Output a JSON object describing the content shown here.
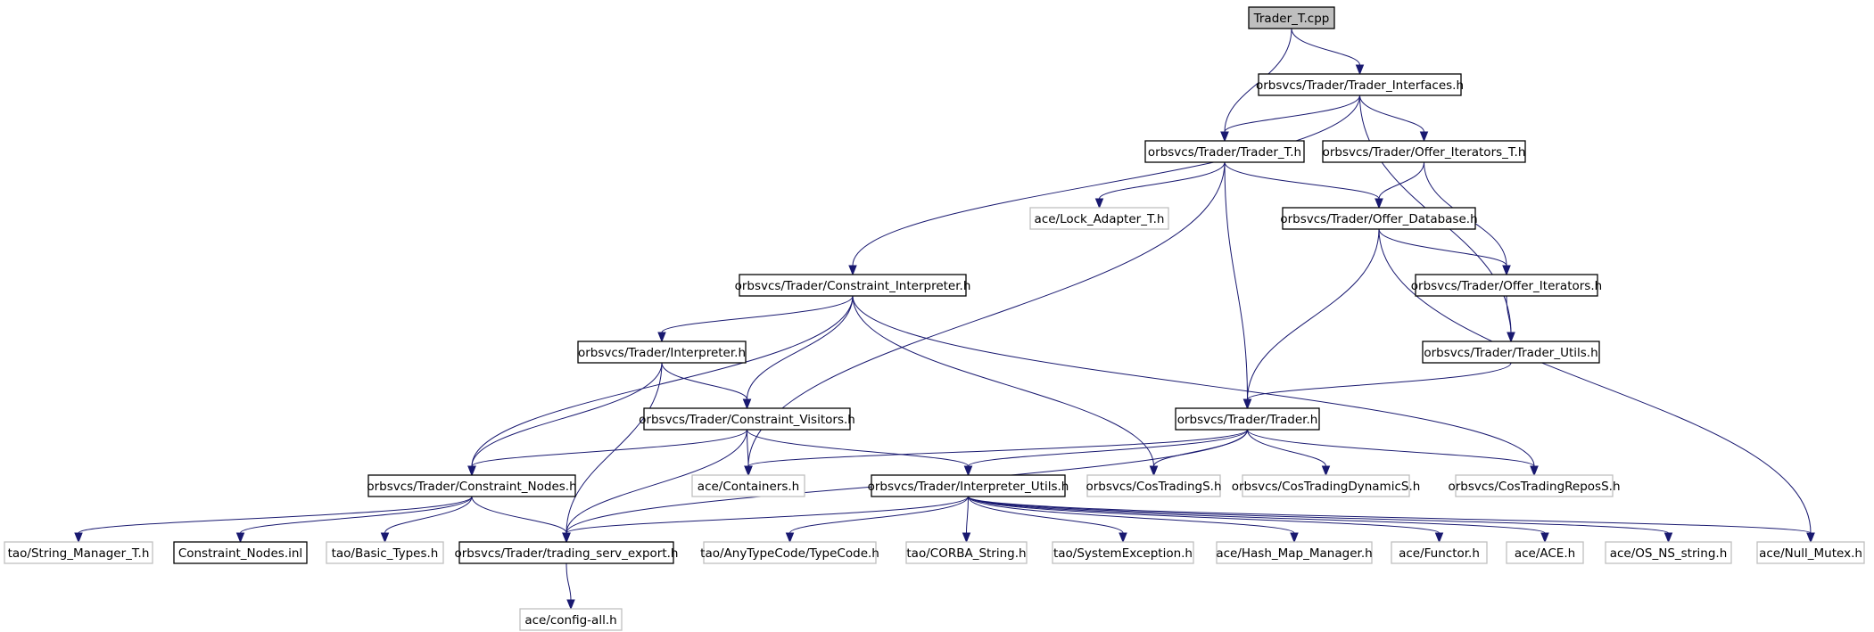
{
  "colors": {
    "root_fill": "#bfbfbf",
    "documented_border": "#000000",
    "undocumented_border": "#bfbfbf",
    "edge": "#191970",
    "node_fill": "#ffffff"
  },
  "nodes": [
    {
      "id": "trader_t_cpp",
      "label": "Trader_T.cpp",
      "kind": "root"
    },
    {
      "id": "trader_interfaces_h",
      "label": "orbsvcs/Trader/Trader_Interfaces.h",
      "kind": "documented"
    },
    {
      "id": "trader_t_h",
      "label": "orbsvcs/Trader/Trader_T.h",
      "kind": "documented"
    },
    {
      "id": "offer_iterators_t_h",
      "label": "orbsvcs/Trader/Offer_Iterators_T.h",
      "kind": "documented"
    },
    {
      "id": "lock_adapter_t_h",
      "label": "ace/Lock_Adapter_T.h",
      "kind": "undocumented"
    },
    {
      "id": "offer_database_h",
      "label": "orbsvcs/Trader/Offer_Database.h",
      "kind": "documented"
    },
    {
      "id": "constraint_interpreter_h",
      "label": "orbsvcs/Trader/Constraint_Interpreter.h",
      "kind": "documented"
    },
    {
      "id": "offer_iterators_h",
      "label": "orbsvcs/Trader/Offer_Iterators.h",
      "kind": "documented"
    },
    {
      "id": "interpreter_h",
      "label": "orbsvcs/Trader/Interpreter.h",
      "kind": "documented"
    },
    {
      "id": "trader_utils_h",
      "label": "orbsvcs/Trader/Trader_Utils.h",
      "kind": "documented"
    },
    {
      "id": "constraint_visitors_h",
      "label": "orbsvcs/Trader/Constraint_Visitors.h",
      "kind": "documented"
    },
    {
      "id": "trader_h",
      "label": "orbsvcs/Trader/Trader.h",
      "kind": "documented"
    },
    {
      "id": "constraint_nodes_h",
      "label": "orbsvcs/Trader/Constraint_Nodes.h",
      "kind": "documented"
    },
    {
      "id": "containers_h",
      "label": "ace/Containers.h",
      "kind": "undocumented"
    },
    {
      "id": "interpreter_utils_h",
      "label": "orbsvcs/Trader/Interpreter_Utils.h",
      "kind": "documented"
    },
    {
      "id": "costradings_h",
      "label": "orbsvcs/CosTradingS.h",
      "kind": "undocumented"
    },
    {
      "id": "costradingdynamics_h",
      "label": "orbsvcs/CosTradingDynamicS.h",
      "kind": "undocumented"
    },
    {
      "id": "costradingreposs_h",
      "label": "orbsvcs/CosTradingReposS.h",
      "kind": "undocumented"
    },
    {
      "id": "string_manager_t_h",
      "label": "tao/String_Manager_T.h",
      "kind": "undocumented"
    },
    {
      "id": "constraint_nodes_inl",
      "label": "Constraint_Nodes.inl",
      "kind": "documented"
    },
    {
      "id": "basic_types_h",
      "label": "tao/Basic_Types.h",
      "kind": "undocumented"
    },
    {
      "id": "trading_serv_export_h",
      "label": "orbsvcs/Trader/trading_serv_export.h",
      "kind": "documented"
    },
    {
      "id": "typecode_h",
      "label": "tao/AnyTypeCode/TypeCode.h",
      "kind": "undocumented"
    },
    {
      "id": "corba_string_h",
      "label": "tao/CORBA_String.h",
      "kind": "undocumented"
    },
    {
      "id": "systemexception_h",
      "label": "tao/SystemException.h",
      "kind": "undocumented"
    },
    {
      "id": "hash_map_manager_h",
      "label": "ace/Hash_Map_Manager.h",
      "kind": "undocumented"
    },
    {
      "id": "functor_h",
      "label": "ace/Functor.h",
      "kind": "undocumented"
    },
    {
      "id": "ace_h",
      "label": "ace/ACE.h",
      "kind": "undocumented"
    },
    {
      "id": "os_ns_string_h",
      "label": "ace/OS_NS_string.h",
      "kind": "undocumented"
    },
    {
      "id": "null_mutex_h",
      "label": "ace/Null_Mutex.h",
      "kind": "undocumented"
    },
    {
      "id": "config_all_h",
      "label": "ace/config-all.h",
      "kind": "undocumented"
    }
  ],
  "edges": [
    [
      "trader_t_cpp",
      "trader_t_h"
    ],
    [
      "trader_t_cpp",
      "trader_interfaces_h"
    ],
    [
      "trader_interfaces_h",
      "trader_t_h"
    ],
    [
      "trader_interfaces_h",
      "offer_iterators_t_h"
    ],
    [
      "trader_interfaces_h",
      "constraint_interpreter_h"
    ],
    [
      "trader_interfaces_h",
      "trader_utils_h"
    ],
    [
      "trader_t_h",
      "lock_adapter_t_h"
    ],
    [
      "trader_t_h",
      "offer_database_h"
    ],
    [
      "trader_t_h",
      "trader_h"
    ],
    [
      "trader_t_h",
      "containers_h"
    ],
    [
      "offer_iterators_t_h",
      "offer_database_h"
    ],
    [
      "offer_iterators_t_h",
      "offer_iterators_h"
    ],
    [
      "offer_database_h",
      "offer_iterators_h"
    ],
    [
      "offer_database_h",
      "trader_h"
    ],
    [
      "offer_database_h",
      "null_mutex_h"
    ],
    [
      "offer_iterators_h",
      "trader_utils_h"
    ],
    [
      "trader_utils_h",
      "trader_h"
    ],
    [
      "constraint_interpreter_h",
      "interpreter_h"
    ],
    [
      "constraint_interpreter_h",
      "constraint_visitors_h"
    ],
    [
      "constraint_interpreter_h",
      "constraint_nodes_h"
    ],
    [
      "constraint_interpreter_h",
      "costradings_h"
    ],
    [
      "constraint_interpreter_h",
      "costradingreposs_h"
    ],
    [
      "interpreter_h",
      "constraint_visitors_h"
    ],
    [
      "interpreter_h",
      "constraint_nodes_h"
    ],
    [
      "interpreter_h",
      "trading_serv_export_h"
    ],
    [
      "constraint_visitors_h",
      "constraint_nodes_h"
    ],
    [
      "constraint_visitors_h",
      "containers_h"
    ],
    [
      "constraint_visitors_h",
      "interpreter_utils_h"
    ],
    [
      "constraint_visitors_h",
      "trading_serv_export_h"
    ],
    [
      "trader_h",
      "containers_h"
    ],
    [
      "trader_h",
      "interpreter_utils_h"
    ],
    [
      "trader_h",
      "costradings_h"
    ],
    [
      "trader_h",
      "costradingdynamics_h"
    ],
    [
      "trader_h",
      "costradingreposs_h"
    ],
    [
      "trader_h",
      "trading_serv_export_h"
    ],
    [
      "constraint_nodes_h",
      "string_manager_t_h"
    ],
    [
      "constraint_nodes_h",
      "constraint_nodes_inl"
    ],
    [
      "constraint_nodes_h",
      "basic_types_h"
    ],
    [
      "constraint_nodes_h",
      "trading_serv_export_h"
    ],
    [
      "interpreter_utils_h",
      "trading_serv_export_h"
    ],
    [
      "interpreter_utils_h",
      "typecode_h"
    ],
    [
      "interpreter_utils_h",
      "corba_string_h"
    ],
    [
      "interpreter_utils_h",
      "systemexception_h"
    ],
    [
      "interpreter_utils_h",
      "hash_map_manager_h"
    ],
    [
      "interpreter_utils_h",
      "functor_h"
    ],
    [
      "interpreter_utils_h",
      "ace_h"
    ],
    [
      "interpreter_utils_h",
      "os_ns_string_h"
    ],
    [
      "interpreter_utils_h",
      "null_mutex_h"
    ],
    [
      "trading_serv_export_h",
      "config_all_h"
    ]
  ]
}
